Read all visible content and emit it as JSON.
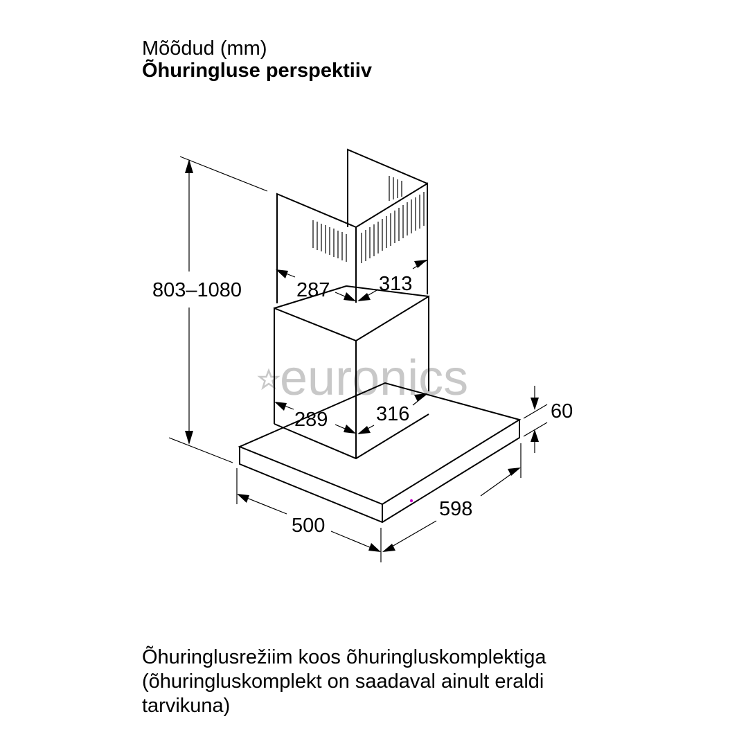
{
  "heading": {
    "subtitle": "Mõõdud (mm)",
    "title": "Õhuringluse perspektiiv"
  },
  "watermark": {
    "text": "euronics",
    "icon": "star-icon",
    "color": "#c8c8c8"
  },
  "dimensions": {
    "height": "803–1080",
    "upper_chimney_left": "287",
    "upper_chimney_right": "313",
    "lower_chimney_left": "289",
    "lower_chimney_right": "316",
    "canopy_thickness": "60",
    "canopy_depth": "500",
    "canopy_width": "598"
  },
  "footer": {
    "line1": "Õhuringlusrežiim koos õhuringluskomplektiga",
    "line2": "(õhuringluskomplekt on saadaval ainult eraldi",
    "line3": "tarvikuna)"
  }
}
